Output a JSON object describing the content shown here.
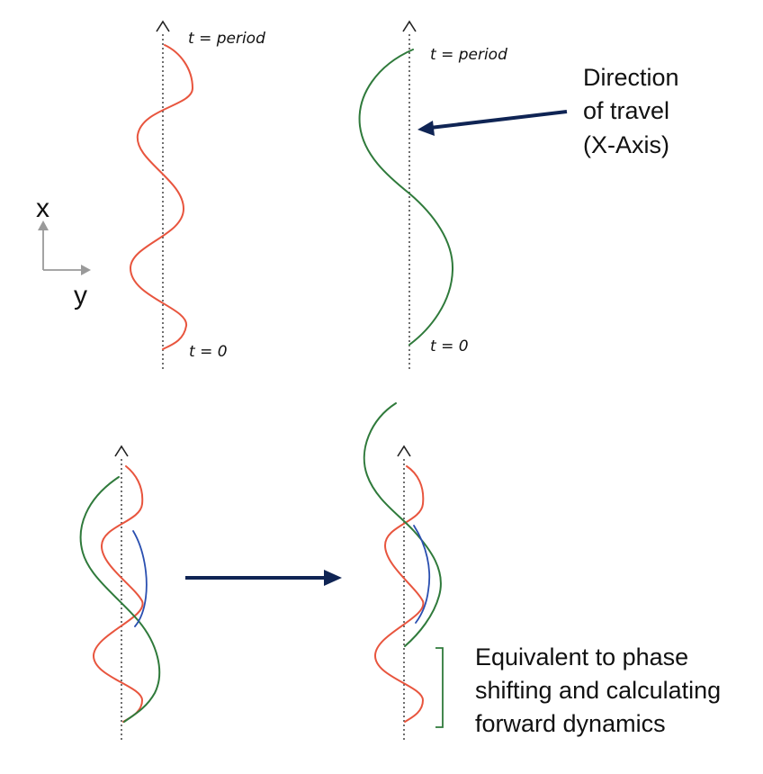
{
  "labels": {
    "t_period": "t = period",
    "t_zero": "t = 0",
    "direction": [
      "Direction",
      "of travel",
      "(X-Axis)"
    ],
    "axis_x": "x",
    "axis_y": "y",
    "equivalent": [
      "Equivalent to phase",
      "shifting and calculating",
      "forward dynamics"
    ]
  },
  "colors": {
    "red_wave": "#e8553e",
    "green_wave": "#2f7a3b",
    "blue_wave": "#2a4fb0",
    "arrow": "#0f2454"
  }
}
